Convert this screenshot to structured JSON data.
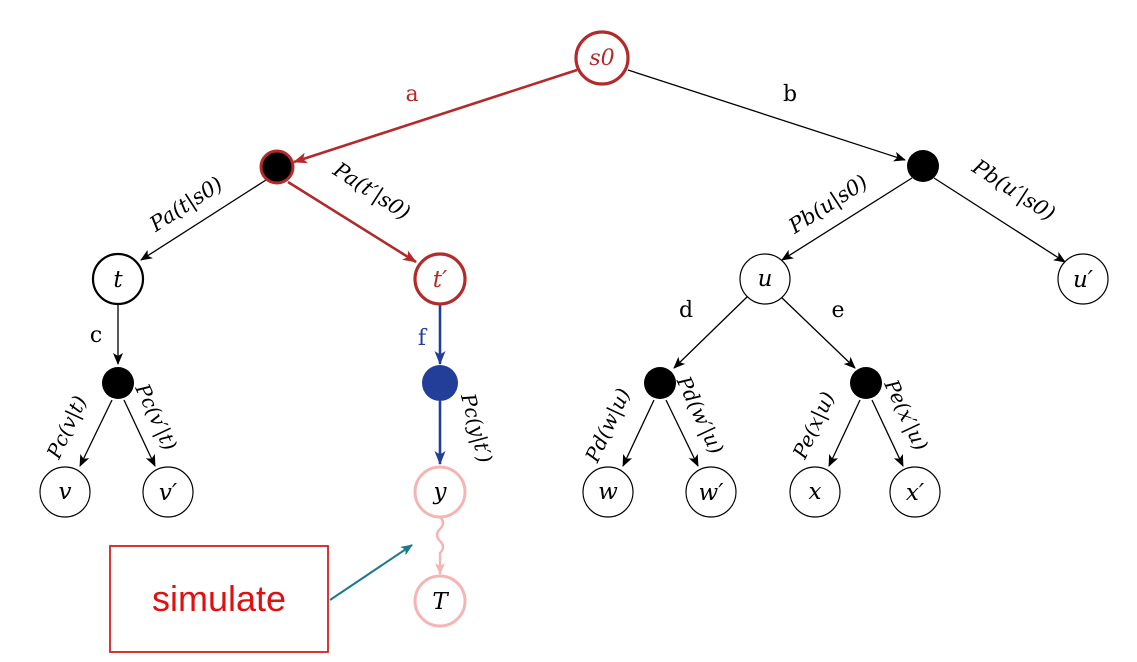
{
  "nodes": {
    "s0": "s0",
    "t": "t",
    "t_prime": "t′",
    "u": "u",
    "u_prime": "u′",
    "v": "v",
    "v_prime": "v′",
    "y": "y",
    "T": "T",
    "w": "w",
    "w_prime": "w′",
    "x": "x",
    "x_prime": "x′"
  },
  "actions": {
    "a": "a",
    "b": "b",
    "c": "c",
    "d": "d",
    "e": "e",
    "f": "f"
  },
  "probabilities": {
    "pa_t": "Pa(t|s0)",
    "pa_tp": "Pa(t′|s0)",
    "pb_u": "Pb(u|s0)",
    "pb_up": "Pb(u′|s0)",
    "pc_v": "Pc(v|t)",
    "pc_vp": "Pc(v′|t)",
    "pc_y": "Pc(y|t′)",
    "pd_w": "Pd(w|u)",
    "pd_wp": "Pd(w′|u)",
    "pe_x": "Pe(x|u)",
    "pe_xp": "Pe(x′|u)"
  },
  "callout": {
    "label": "simulate"
  },
  "colors": {
    "selected_path": "#b22a2a",
    "expansion": "#233e99",
    "simulation": "#f5b5b5",
    "callout_border": "#d42020",
    "callout_text": "#e01010",
    "callout_arrow": "#1b7a8a",
    "default": "#000000"
  }
}
